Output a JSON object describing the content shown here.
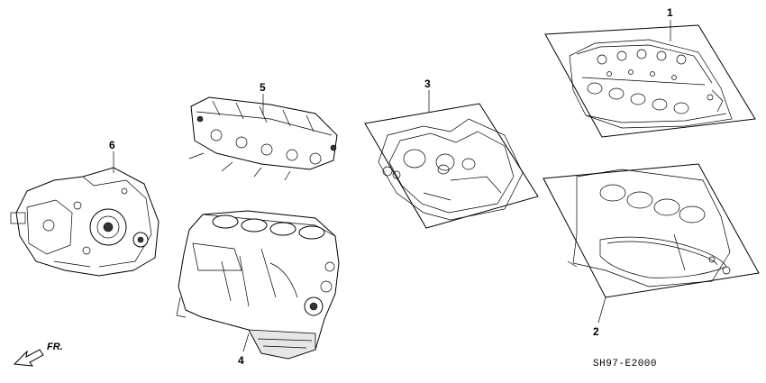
{
  "callouts": {
    "c1": "1",
    "c2": "2",
    "c3": "3",
    "c4": "4",
    "c5": "5",
    "c6": "6"
  },
  "diagram_code": "SH97-E2000",
  "front_label": "FR."
}
